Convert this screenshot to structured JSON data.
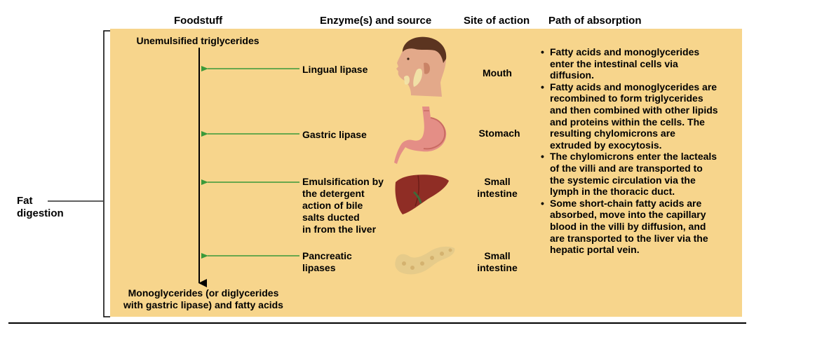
{
  "headers": {
    "foodstuff": "Foodstuff",
    "enzyme_source": "Enzyme(s) and source",
    "site": "Site of action",
    "path": "Path of absorption"
  },
  "side_label": {
    "line1": "Fat",
    "line2": "digestion"
  },
  "foodstuff": {
    "start": "Unemulsified triglycerides",
    "end_line1": "Monoglycerides (or diglycerides",
    "end_line2": "with gastric lipase) and fatty acids"
  },
  "steps": [
    {
      "enzyme": [
        "Lingual lipase"
      ],
      "site": [
        "Mouth"
      ],
      "organ_icon": "head-icon"
    },
    {
      "enzyme": [
        "Gastric lipase"
      ],
      "site": [
        "Stomach"
      ],
      "organ_icon": "stomach-icon"
    },
    {
      "enzyme": [
        "Emulsification by",
        "the detergent",
        "action of bile",
        "salts ducted",
        "in from the liver"
      ],
      "site": [
        "Small",
        "intestine"
      ],
      "organ_icon": "liver-icon"
    },
    {
      "enzyme": [
        "Pancreatic",
        "lipases"
      ],
      "site": [
        "Small",
        "intestine"
      ],
      "organ_icon": "pancreas-icon"
    }
  ],
  "absorption": [
    [
      "Fatty acids and monoglycerides",
      "enter the intestinal cells via",
      "diffusion."
    ],
    [
      "Fatty acids and monoglycerides are",
      "recombined to form triglycerides",
      "and then combined with other lipids",
      "and proteins within the cells. The",
      "resulting chylomicrons are",
      "extruded by exocytosis."
    ],
    [
      "The chylomicrons enter the lacteals",
      "of the villi and are transported to",
      "the systemic circulation via the",
      "lymph in the thoracic duct."
    ],
    [
      "Some short-chain fatty acids are",
      "absorbed, move into the capillary",
      "blood in the villi by diffusion, and",
      "are transported to the liver via the",
      "hepatic portal vein."
    ]
  ],
  "colors": {
    "panel": "#f7d58c",
    "arrow": "#3a9a3a"
  }
}
